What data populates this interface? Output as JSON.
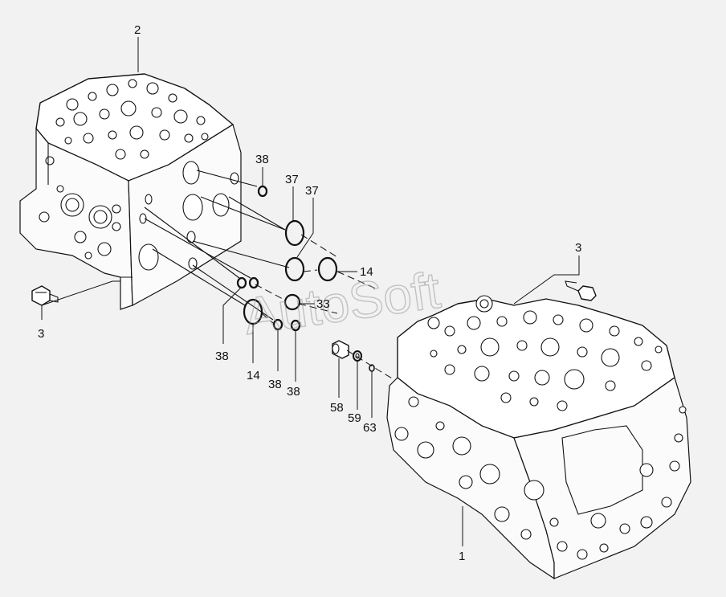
{
  "watermark": "AutoSoft",
  "callouts": [
    {
      "id": "label-2",
      "text": "2"
    },
    {
      "id": "label-3-left",
      "text": "3"
    },
    {
      "id": "label-38-a",
      "text": "38"
    },
    {
      "id": "label-37-a",
      "text": "37"
    },
    {
      "id": "label-37-b",
      "text": "37"
    },
    {
      "id": "label-14-a",
      "text": "14"
    },
    {
      "id": "label-33",
      "text": "33"
    },
    {
      "id": "label-38-b",
      "text": "38"
    },
    {
      "id": "label-14-b",
      "text": "14"
    },
    {
      "id": "label-38-c",
      "text": "38"
    },
    {
      "id": "label-38-d",
      "text": "38"
    },
    {
      "id": "label-3-right",
      "text": "3"
    },
    {
      "id": "label-58",
      "text": "58"
    },
    {
      "id": "label-59",
      "text": "59"
    },
    {
      "id": "label-63",
      "text": "63"
    },
    {
      "id": "label-1",
      "text": "1"
    }
  ]
}
